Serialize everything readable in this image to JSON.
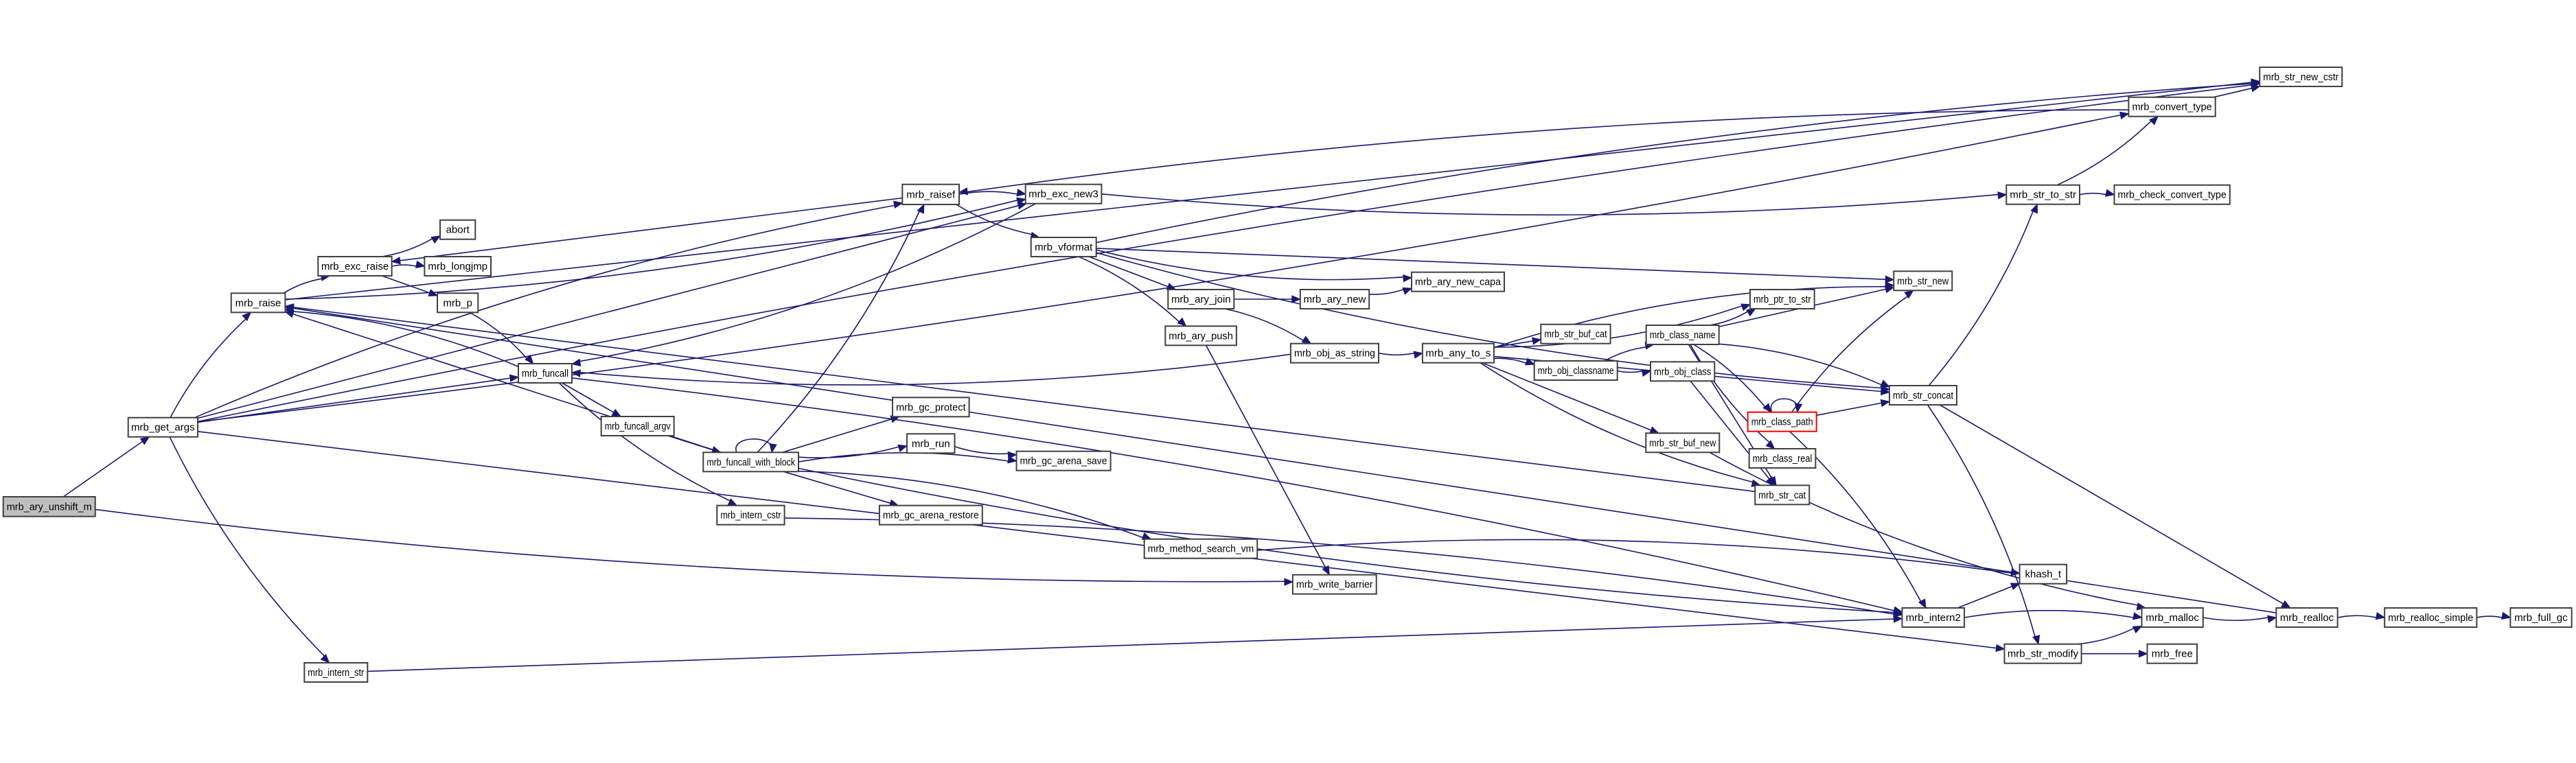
{
  "diagram": {
    "title": "mrb_ary_unshift_m call graph",
    "colors": {
      "edge": "#191970",
      "node_border": "#404040",
      "root_fill": "#bfbfbf",
      "truncated_border": "#ff0000"
    },
    "nodes": [
      {
        "id": "unshift",
        "label": "mrb_ary_unshift_m",
        "kind": "root"
      },
      {
        "id": "get_args",
        "label": "mrb_get_args"
      },
      {
        "id": "raise",
        "label": "mrb_raise"
      },
      {
        "id": "exc_raise",
        "label": "mrb_exc_raise"
      },
      {
        "id": "abort",
        "label": "abort"
      },
      {
        "id": "longjmp",
        "label": "mrb_longjmp"
      },
      {
        "id": "p",
        "label": "mrb_p"
      },
      {
        "id": "funcall",
        "label": "mrb_funcall"
      },
      {
        "id": "funcall_argv",
        "label": "mrb_funcall_argv"
      },
      {
        "id": "funcall_wb",
        "label": "mrb_funcall_with_block"
      },
      {
        "id": "intern_cstr",
        "label": "mrb_intern_cstr"
      },
      {
        "id": "intern_str",
        "label": "mrb_intern_str"
      },
      {
        "id": "raisef",
        "label": "mrb_raisef"
      },
      {
        "id": "exc_new3",
        "label": "mrb_exc_new3"
      },
      {
        "id": "vformat",
        "label": "mrb_vformat"
      },
      {
        "id": "ary_join",
        "label": "mrb_ary_join"
      },
      {
        "id": "ary_new",
        "label": "mrb_ary_new"
      },
      {
        "id": "ary_new_capa",
        "label": "mrb_ary_new_capa"
      },
      {
        "id": "ary_push",
        "label": "mrb_ary_push"
      },
      {
        "id": "obj_as_string",
        "label": "mrb_obj_as_string"
      },
      {
        "id": "any_to_s",
        "label": "mrb_any_to_s"
      },
      {
        "id": "gc_protect",
        "label": "mrb_gc_protect"
      },
      {
        "id": "run",
        "label": "mrb_run"
      },
      {
        "id": "gc_arena_save",
        "label": "mrb_gc_arena_save"
      },
      {
        "id": "gc_arena_restore",
        "label": "mrb_gc_arena_restore"
      },
      {
        "id": "method_search_vm",
        "label": "mrb_method_search_vm"
      },
      {
        "id": "write_barrier",
        "label": "mrb_write_barrier"
      },
      {
        "id": "str_buf_cat",
        "label": "mrb_str_buf_cat"
      },
      {
        "id": "obj_classname",
        "label": "mrb_obj_classname"
      },
      {
        "id": "class_name",
        "label": "mrb_class_name"
      },
      {
        "id": "obj_class",
        "label": "mrb_obj_class"
      },
      {
        "id": "ptr_to_str",
        "label": "mrb_ptr_to_str"
      },
      {
        "id": "class_path",
        "label": "mrb_class_path",
        "kind": "truncated"
      },
      {
        "id": "class_real",
        "label": "mrb_class_real"
      },
      {
        "id": "str_buf_new",
        "label": "mrb_str_buf_new"
      },
      {
        "id": "str_cat",
        "label": "mrb_str_cat"
      },
      {
        "id": "str_new",
        "label": "mrb_str_new"
      },
      {
        "id": "str_concat",
        "label": "mrb_str_concat"
      },
      {
        "id": "str_to_str",
        "label": "mrb_str_to_str"
      },
      {
        "id": "check_convert_type",
        "label": "mrb_check_convert_type"
      },
      {
        "id": "convert_type",
        "label": "mrb_convert_type"
      },
      {
        "id": "str_new_cstr",
        "label": "mrb_str_new_cstr"
      },
      {
        "id": "khash",
        "label": "khash_t"
      },
      {
        "id": "intern2",
        "label": "mrb_intern2"
      },
      {
        "id": "str_modify",
        "label": "mrb_str_modify"
      },
      {
        "id": "malloc",
        "label": "mrb_malloc"
      },
      {
        "id": "free",
        "label": "mrb_free"
      },
      {
        "id": "realloc",
        "label": "mrb_realloc"
      },
      {
        "id": "realloc_simple",
        "label": "mrb_realloc_simple"
      },
      {
        "id": "full_gc",
        "label": "mrb_full_gc"
      }
    ],
    "edges": [
      [
        "unshift",
        "get_args"
      ],
      [
        "unshift",
        "write_barrier"
      ],
      [
        "get_args",
        "raise"
      ],
      [
        "get_args",
        "funcall"
      ],
      [
        "get_args",
        "raisef"
      ],
      [
        "get_args",
        "intern_str"
      ],
      [
        "get_args",
        "str_modify"
      ],
      [
        "get_args",
        "convert_type"
      ],
      [
        "get_args",
        "str_new_cstr"
      ],
      [
        "get_args",
        "exc_new3"
      ],
      [
        "raise",
        "exc_raise"
      ],
      [
        "raise",
        "exc_new3"
      ],
      [
        "raise",
        "str_new_cstr"
      ],
      [
        "exc_raise",
        "abort"
      ],
      [
        "exc_raise",
        "longjmp"
      ],
      [
        "exc_raise",
        "p"
      ],
      [
        "p",
        "funcall"
      ],
      [
        "funcall",
        "raise"
      ],
      [
        "funcall",
        "funcall_argv"
      ],
      [
        "funcall",
        "intern_cstr"
      ],
      [
        "funcall",
        "intern2"
      ],
      [
        "funcall_argv",
        "funcall_wb"
      ],
      [
        "funcall_wb",
        "funcall_wb"
      ],
      [
        "funcall_wb",
        "raisef"
      ],
      [
        "funcall_wb",
        "gc_protect"
      ],
      [
        "funcall_wb",
        "run"
      ],
      [
        "funcall_wb",
        "gc_arena_save"
      ],
      [
        "funcall_wb",
        "gc_arena_restore"
      ],
      [
        "funcall_wb",
        "method_search_vm"
      ],
      [
        "funcall_wb",
        "intern2"
      ],
      [
        "funcall_wb",
        "raise"
      ],
      [
        "run",
        "gc_arena_save"
      ],
      [
        "intern_cstr",
        "intern2"
      ],
      [
        "intern_str",
        "intern2"
      ],
      [
        "raisef",
        "exc_new3"
      ],
      [
        "raisef",
        "vformat"
      ],
      [
        "raisef",
        "exc_raise"
      ],
      [
        "exc_new3",
        "str_to_str"
      ],
      [
        "exc_new3",
        "funcall"
      ],
      [
        "vformat",
        "ary_join"
      ],
      [
        "vformat",
        "ary_push"
      ],
      [
        "vformat",
        "ary_new_capa"
      ],
      [
        "vformat",
        "str_new"
      ],
      [
        "vformat",
        "str_concat"
      ],
      [
        "vformat",
        "str_new_cstr"
      ],
      [
        "ary_join",
        "ary_new"
      ],
      [
        "ary_join",
        "obj_as_string"
      ],
      [
        "ary_new",
        "ary_new_capa"
      ],
      [
        "ary_push",
        "write_barrier"
      ],
      [
        "obj_as_string",
        "any_to_s"
      ],
      [
        "obj_as_string",
        "funcall"
      ],
      [
        "any_to_s",
        "str_buf_cat"
      ],
      [
        "any_to_s",
        "obj_classname"
      ],
      [
        "any_to_s",
        "ptr_to_str"
      ],
      [
        "any_to_s",
        "str_buf_new"
      ],
      [
        "any_to_s",
        "str_cat"
      ],
      [
        "any_to_s",
        "str_new"
      ],
      [
        "any_to_s",
        "str_concat"
      ],
      [
        "obj_classname",
        "class_name"
      ],
      [
        "obj_classname",
        "obj_class"
      ],
      [
        "obj_class",
        "str_cat"
      ],
      [
        "class_name",
        "ptr_to_str"
      ],
      [
        "class_name",
        "class_path"
      ],
      [
        "class_name",
        "str_new"
      ],
      [
        "class_name",
        "str_concat"
      ],
      [
        "class_name",
        "class_real"
      ],
      [
        "class_name",
        "str_cat"
      ],
      [
        "class_path",
        "class_path"
      ],
      [
        "class_path",
        "str_new"
      ],
      [
        "class_path",
        "str_concat"
      ],
      [
        "class_path",
        "intern2"
      ],
      [
        "str_buf_new",
        "malloc"
      ],
      [
        "str_cat",
        "raise"
      ],
      [
        "str_concat",
        "str_to_str"
      ],
      [
        "str_concat",
        "str_modify"
      ],
      [
        "str_concat",
        "realloc"
      ],
      [
        "str_to_str",
        "check_convert_type"
      ],
      [
        "str_to_str",
        "convert_type"
      ],
      [
        "convert_type",
        "str_new_cstr"
      ],
      [
        "convert_type",
        "raisef"
      ],
      [
        "method_search_vm",
        "khash"
      ],
      [
        "intern2",
        "khash"
      ],
      [
        "intern2",
        "malloc"
      ],
      [
        "str_modify",
        "malloc"
      ],
      [
        "str_modify",
        "free"
      ],
      [
        "malloc",
        "realloc"
      ],
      [
        "realloc",
        "realloc_simple"
      ],
      [
        "realloc",
        "raise"
      ],
      [
        "realloc_simple",
        "full_gc"
      ]
    ]
  }
}
